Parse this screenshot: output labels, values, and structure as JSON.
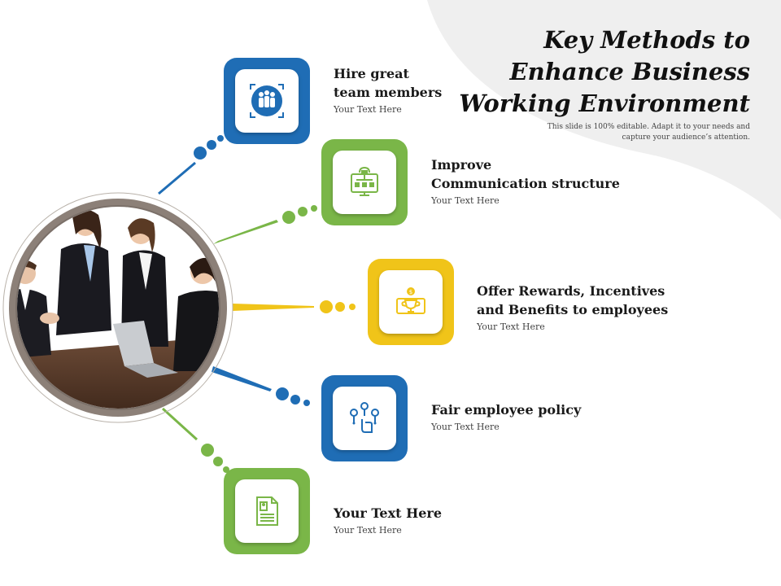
{
  "title_lines": [
    "Key Methods to",
    "Enhance Business",
    "Working Environment"
  ],
  "subtitle_lines": [
    "This slide is 100% editable. Adapt it to your needs and",
    "capture your audience’s attention."
  ],
  "colors": {
    "blue": "#1f6db5",
    "green": "#7ab648",
    "yellow": "#f0c419",
    "gray_bg": "#efefef",
    "ring": "#8c8078"
  },
  "items": [
    {
      "heading": [
        "Hire great",
        "team members"
      ],
      "subtext": "Your Text Here",
      "icon": "team-icon",
      "color": "blue"
    },
    {
      "heading": [
        "Improve",
        "Communication structure"
      ],
      "subtext": "Your Text Here",
      "icon": "network-icon",
      "color": "green"
    },
    {
      "heading": [
        "Offer Rewards, Incentives",
        "and Benefits to employees"
      ],
      "subtext": "Your Text Here",
      "icon": "trophy-icon",
      "color": "yellow"
    },
    {
      "heading": [
        "Fair employee policy"
      ],
      "subtext": "Your Text Here",
      "icon": "employee-network-icon",
      "color": "blue"
    },
    {
      "heading": [
        "Your Text Here"
      ],
      "subtext": "Your Text Here",
      "icon": "document-icon",
      "color": "green"
    }
  ],
  "photo": {
    "description_icon": "business-meeting-photo"
  }
}
